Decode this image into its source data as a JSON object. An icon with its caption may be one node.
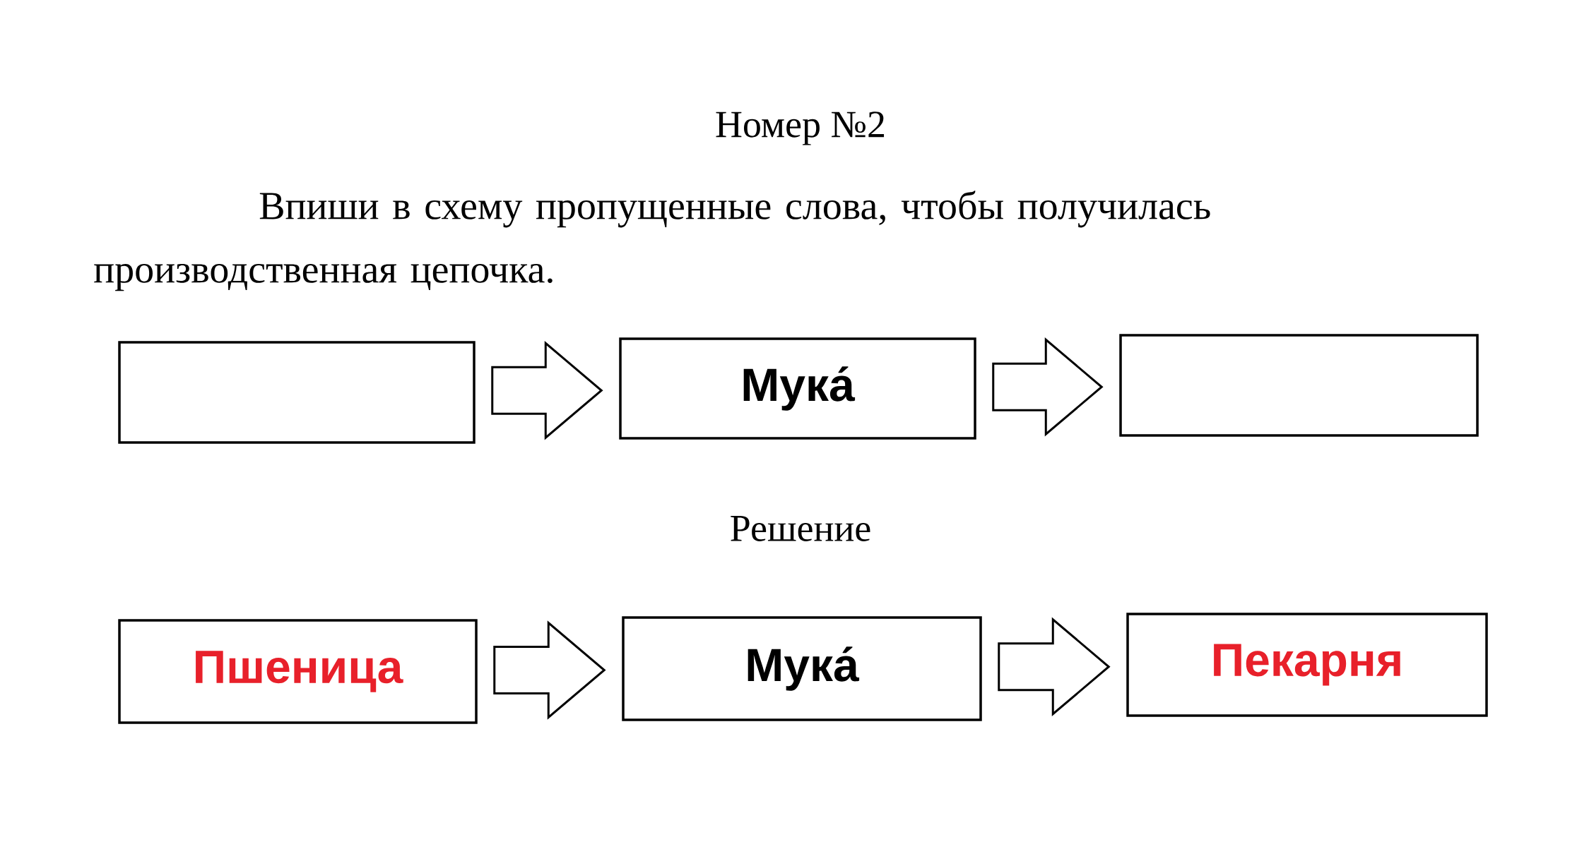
{
  "diagram": {
    "title": "Номер №2",
    "nodes": [
      {
        "text": [],
        "shape": "box"
      },
      {
        "text": [
          "Мука́"
        ]
      },
      {
        "text": [],
        "shape": "box"
      },
      {
        "text": [
          "Пшеница"
        ]
      },
      {
        "text": [
          "Мука́"
        ]
      },
      {
        "text": [
          "Пекарня"
        ]
      }
    ],
    "edges": [
      {
        "from": 0,
        "to": 1,
        "arrow": "to"
      },
      {
        "from": 1,
        "to": 2,
        "arrow": "to"
      },
      {
        "from": 3,
        "to": 4,
        "arrow": "to"
      },
      {
        "from": 4,
        "to": 5,
        "arrow": "to"
      }
    ],
    "labels": [
      "Впиши в схему пропущенные слова, чтобы получилась производственная цепочка.",
      "Решение"
    ]
  }
}
